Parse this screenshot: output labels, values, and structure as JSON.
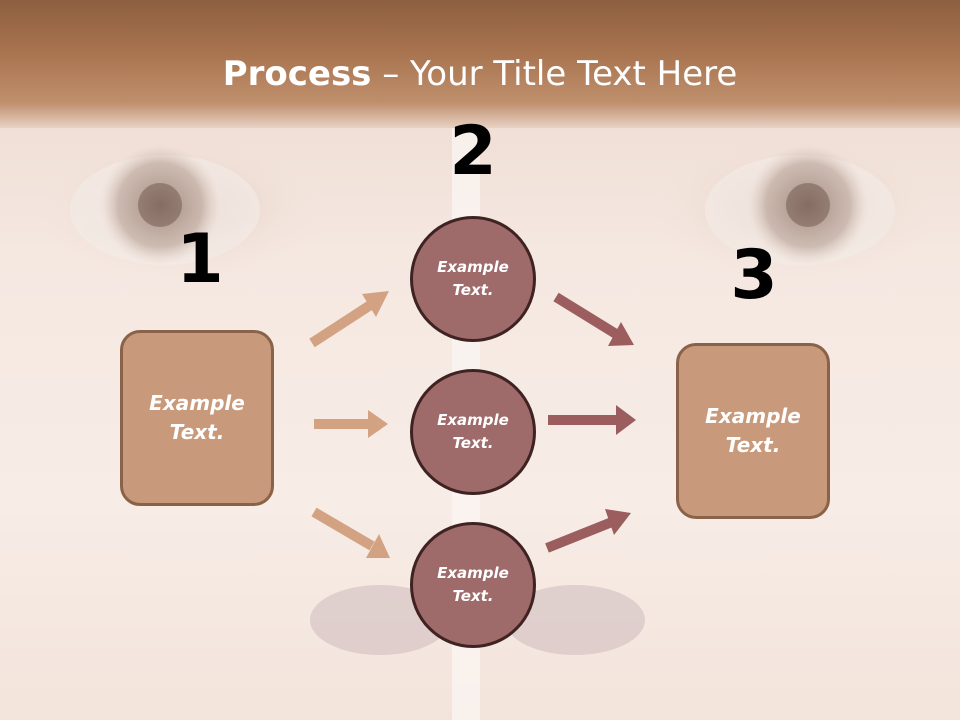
{
  "slide": {
    "title_bold": "Process",
    "title_rest": " – Your Title Text Here"
  },
  "steps": {
    "step1": {
      "number": "1",
      "text": "Example Text."
    },
    "step2": {
      "number": "2"
    },
    "step3": {
      "number": "3",
      "text": "Example Text."
    }
  },
  "circles": [
    {
      "text": "Example Text."
    },
    {
      "text": "Example Text."
    },
    {
      "text": "Example Text."
    }
  ],
  "colors": {
    "box_fill": "#c89a7b",
    "circle_fill": "#9e6a6a",
    "left_arrow": "#d2a282",
    "right_arrow": "#9b5d5d",
    "title_band": "#a8734f"
  }
}
